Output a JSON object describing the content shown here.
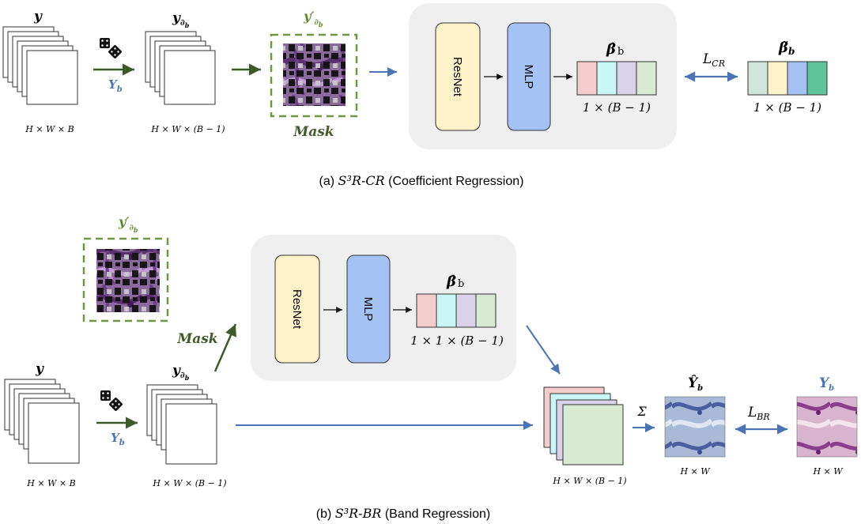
{
  "panel_a": {
    "caption_prefix": "(a) ",
    "caption_math": "S³R-CR",
    "caption_suffix": " (Coefficient Regression)",
    "input_label": "y",
    "input_dims": "H × W × B",
    "dice_label": "Y",
    "dice_sub": "b",
    "split_label": "y",
    "split_sub": "∂",
    "split_subsub": "b",
    "split_dims": "H × W × (B − 1)",
    "masked_label": "y′",
    "masked_sub": "∂",
    "masked_subsub": "b",
    "mask_text": "Mask",
    "resnet": "ResNet",
    "mlp": "MLP",
    "beta_hat": "β̂",
    "beta_sub": "b",
    "beta_hat_dims": "1 × (B − 1)",
    "loss": "L",
    "loss_sub": "CR",
    "beta_tilde": "β̃",
    "beta_tilde_sub": "b",
    "beta_tilde_dims": "1 × (B − 1)"
  },
  "panel_b": {
    "caption_prefix": "(b) ",
    "caption_math": "S³R-BR",
    "caption_suffix": " (Band Regression)",
    "masked_label": "y′",
    "masked_sub": "∂",
    "masked_subsub": "b",
    "mask_text": "Mask",
    "resnet": "ResNet",
    "mlp": "MLP",
    "beta_hat": "β̂",
    "beta_sub": "b",
    "beta_hat_dims": "1 × 1 × (B − 1)",
    "input_label": "y",
    "input_dims": "H × W × B",
    "dice_label": "Y",
    "dice_sub": "b",
    "split_label": "y",
    "split_sub": "∂",
    "split_subsub": "b",
    "split_dims": "H × W × (B − 1)",
    "stack_dims": "H × W × (B − 1)",
    "sigma": "Σ",
    "pred_label": "Ŷ",
    "pred_sub": "b",
    "pred_dims": "H × W",
    "loss": "L",
    "loss_sub": "BR",
    "target_label": "Y",
    "target_sub": "b",
    "target_dims": "H × W"
  },
  "colors": {
    "green_arrow": "#3d5a28",
    "blue_arrow": "#4a74b4",
    "mask_border": "#6b9a3e",
    "mask_text": "#3d5a28",
    "resnet_fill": "#fdf2c8",
    "mlp_fill": "#a4c2f4",
    "panel_bg": "#efefef",
    "coef_pink": "#f4cccc",
    "coef_cyan": "#c9f7f7",
    "coef_lavender": "#d9d2e9",
    "coef_green": "#d9ead3",
    "tilde_mint": "#d0e6dc",
    "tilde_yellow": "#fdf2c8",
    "tilde_blue": "#a4c2f4",
    "tilde_green": "#61c39b"
  },
  "icons": [
    "dice-icon"
  ]
}
